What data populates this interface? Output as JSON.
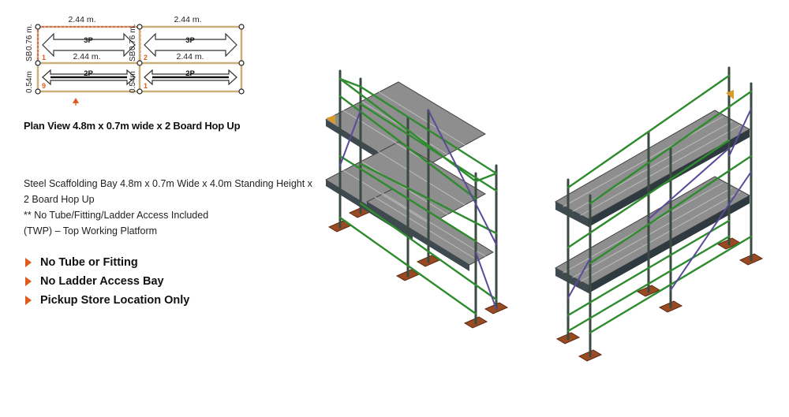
{
  "plan": {
    "dim_top_left": "2.44 m.",
    "dim_top_right": "2.44 m.",
    "dim_mid_left": "2.44 m.",
    "dim_mid_right": "2.44 m.",
    "side_label_upper": "0.76 m.",
    "side_label_sb": "SB",
    "side_label_lower": "0.54m",
    "inner_label_upper": "0.76 m.",
    "inner_label_sb": "SB",
    "inner_label_lower": "0.54m",
    "board_top_left": "3P",
    "board_top_right": "3P",
    "board_bottom_left": "2P",
    "board_bottom_right": "2P",
    "num_top_left": "1",
    "num_top_right": "2",
    "num_bottom_left": "9",
    "num_bottom_right": "1",
    "caption": "Plan View 4.8m x 0.7m wide x 2 Board Hop Up"
  },
  "description": {
    "line1": "Steel Scaffolding Bay 4.8m x 0.7m Wide x 4.0m Standing Height x",
    "line2": "2 Board Hop Up",
    "line3": "** No Tube/Fitting/Ladder Access Included",
    "line4": "(TWP) – Top Working Platform"
  },
  "bullets": [
    "No Tube or Fitting",
    "No Ladder Access Bay",
    "Pickup Store Location Only"
  ],
  "colors": {
    "accent_orange": "#e05a1e",
    "ledger_green": "#2e8b2e",
    "brace_purple": "#5a4a9a",
    "deck_gray": "#8c8c8c",
    "base_plate": "#9a4a22"
  }
}
